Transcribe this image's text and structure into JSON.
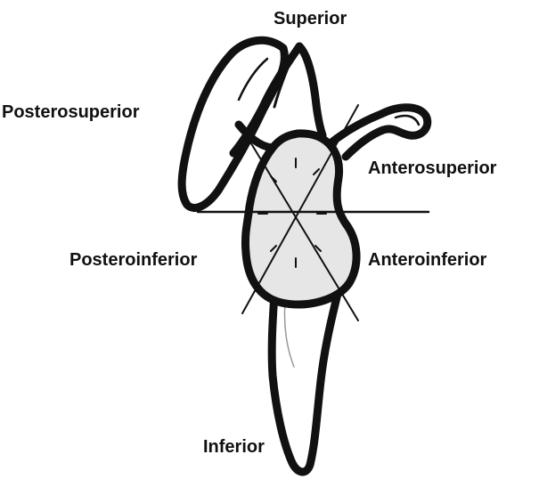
{
  "diagram": {
    "labels": {
      "superior": "Superior",
      "posterosuperior": "Posterosuperior",
      "anterosuperior": "Anterosuperior",
      "posteroinferior": "Posteroinferior",
      "anteroinferior": "Anteroinferior",
      "inferior": "Inferior"
    },
    "colors": {
      "stroke": "#111111",
      "glenoid_fill": "#e6e6e6",
      "background": "#ffffff"
    }
  }
}
